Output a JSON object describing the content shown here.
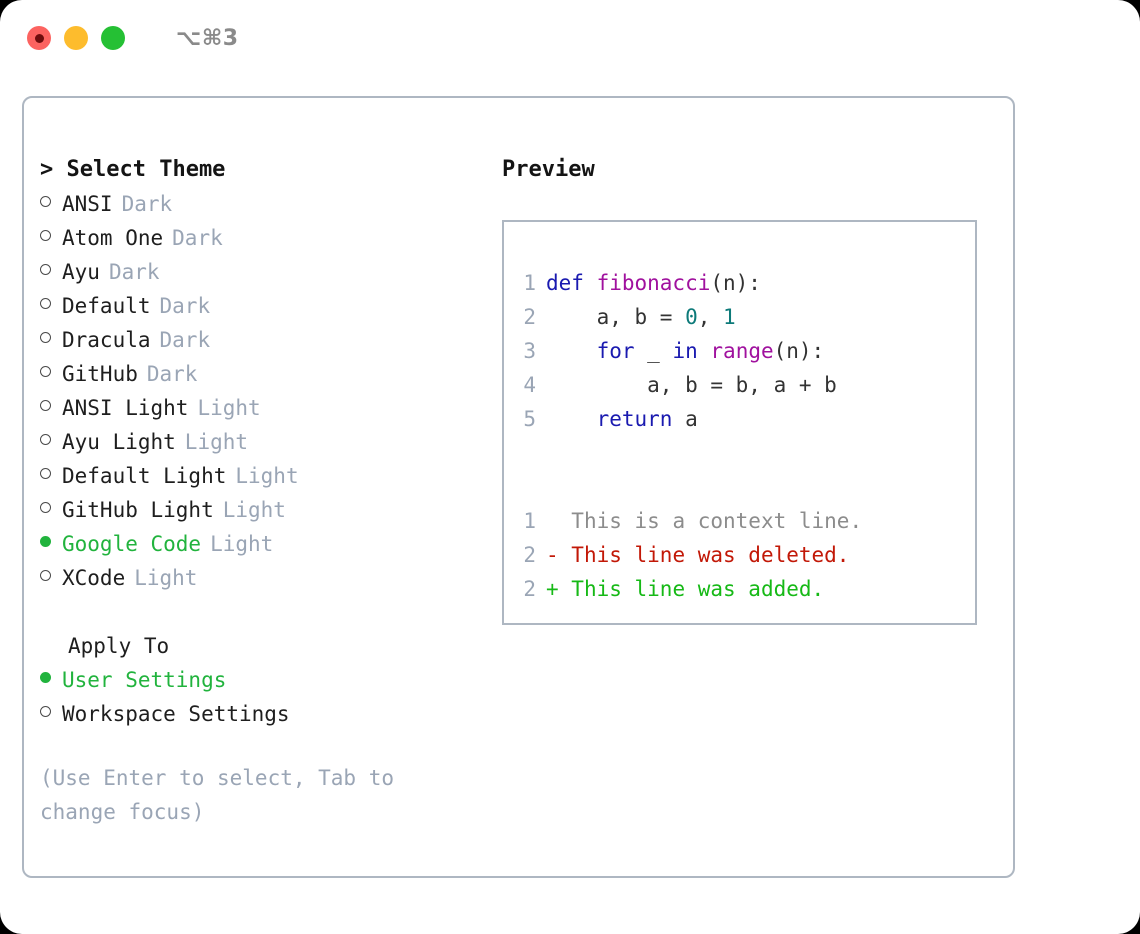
{
  "titlebar": {
    "shortcut": "⌥⌘3",
    "buttons": [
      {
        "name": "close",
        "color": "#fc6360"
      },
      {
        "name": "minimize",
        "color": "#fdbc2d"
      },
      {
        "name": "maximize",
        "color": "#25c034"
      }
    ]
  },
  "theme_picker": {
    "heading": "> Select Theme",
    "options": [
      {
        "name": "ANSI",
        "category": "Dark",
        "selected": false
      },
      {
        "name": "Atom One",
        "category": "Dark",
        "selected": false
      },
      {
        "name": "Ayu",
        "category": "Dark",
        "selected": false
      },
      {
        "name": "Default",
        "category": "Dark",
        "selected": false
      },
      {
        "name": "Dracula",
        "category": "Dark",
        "selected": false
      },
      {
        "name": "GitHub",
        "category": "Dark",
        "selected": false
      },
      {
        "name": "ANSI Light",
        "category": "Light",
        "selected": false
      },
      {
        "name": "Ayu Light",
        "category": "Light",
        "selected": false
      },
      {
        "name": "Default Light",
        "category": "Light",
        "selected": false
      },
      {
        "name": "GitHub Light",
        "category": "Light",
        "selected": false
      },
      {
        "name": "Google Code",
        "category": "Light",
        "selected": true
      },
      {
        "name": "XCode",
        "category": "Light",
        "selected": false
      }
    ]
  },
  "apply_to": {
    "heading": "Apply To",
    "options": [
      {
        "name": "User Settings",
        "selected": true
      },
      {
        "name": "Workspace Settings",
        "selected": false
      }
    ]
  },
  "hint": "(Use Enter to select, Tab to change focus)",
  "preview": {
    "title": "Preview",
    "code_lines": [
      {
        "num": "1",
        "tokens": [
          {
            "t": "def ",
            "c": "kw"
          },
          {
            "t": "fibonacci",
            "c": "fn"
          },
          {
            "t": "(n):",
            "c": "pl"
          }
        ]
      },
      {
        "num": "2",
        "tokens": [
          {
            "t": "    a, b = ",
            "c": "pl"
          },
          {
            "t": "0",
            "c": "num"
          },
          {
            "t": ", ",
            "c": "pl"
          },
          {
            "t": "1",
            "c": "num"
          }
        ]
      },
      {
        "num": "3",
        "tokens": [
          {
            "t": "    ",
            "c": "pl"
          },
          {
            "t": "for",
            "c": "kw"
          },
          {
            "t": " _ ",
            "c": "pl"
          },
          {
            "t": "in",
            "c": "kw"
          },
          {
            "t": " ",
            "c": "pl"
          },
          {
            "t": "range",
            "c": "fn"
          },
          {
            "t": "(n):",
            "c": "pl"
          }
        ]
      },
      {
        "num": "4",
        "tokens": [
          {
            "t": "        a, b = b, a + b",
            "c": "pl"
          }
        ]
      },
      {
        "num": "5",
        "tokens": [
          {
            "t": "    ",
            "c": "pl"
          },
          {
            "t": "return",
            "c": "kw"
          },
          {
            "t": " a",
            "c": "pl"
          }
        ]
      }
    ],
    "diff_lines": [
      {
        "num": "1",
        "marker": "  ",
        "text": "This is a context line.",
        "kind": "context"
      },
      {
        "num": "2",
        "marker": "- ",
        "text": "This line was deleted.",
        "kind": "deleted"
      },
      {
        "num": "2",
        "marker": "+ ",
        "text": "This line was added.",
        "kind": "added"
      }
    ]
  },
  "colors": {
    "accent_green": "#21b33d",
    "muted": "#9aa5b5",
    "border": "#aeb7c2",
    "keyword": "#1a1ab0",
    "function": "#a0119e",
    "number": "#0d7a79",
    "diff_deleted": "#c21807",
    "diff_added": "#16b916"
  }
}
